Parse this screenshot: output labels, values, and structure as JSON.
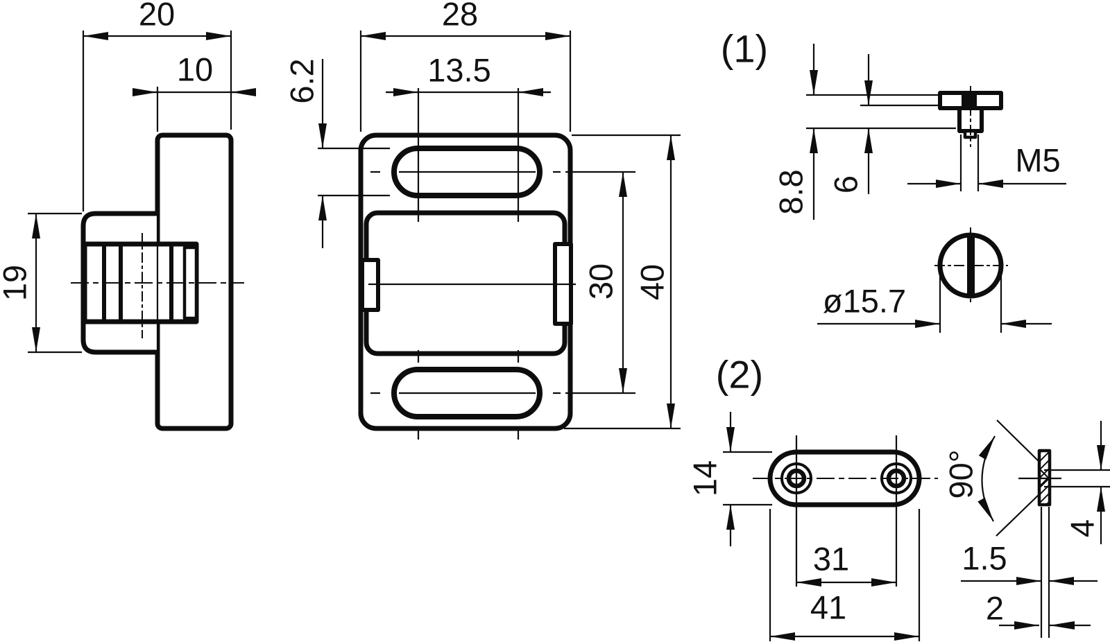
{
  "drawing": {
    "part_labels": {
      "part1": "(1)",
      "part2": "(2)"
    },
    "main_body": {
      "side_view": {
        "overall_depth": "20",
        "plate_thickness": "10",
        "housing_height": "19"
      },
      "front_view": {
        "overall_width": "28",
        "slot_center_distance": "13.5",
        "slot_width": "6.2",
        "slot_row_spacing": "30",
        "overall_height": "40"
      }
    },
    "part1": {
      "overall_height": "8.8",
      "boss_height": "6",
      "thread": "M5",
      "disc_diameter": "ø15.7"
    },
    "part2": {
      "plate_width": "14",
      "hole_spacing": "31",
      "plate_length": "41",
      "countersink_angle": "90°",
      "countersink_diameter": "4",
      "sheet_thickness": "1.5",
      "total_thickness": "2"
    }
  }
}
